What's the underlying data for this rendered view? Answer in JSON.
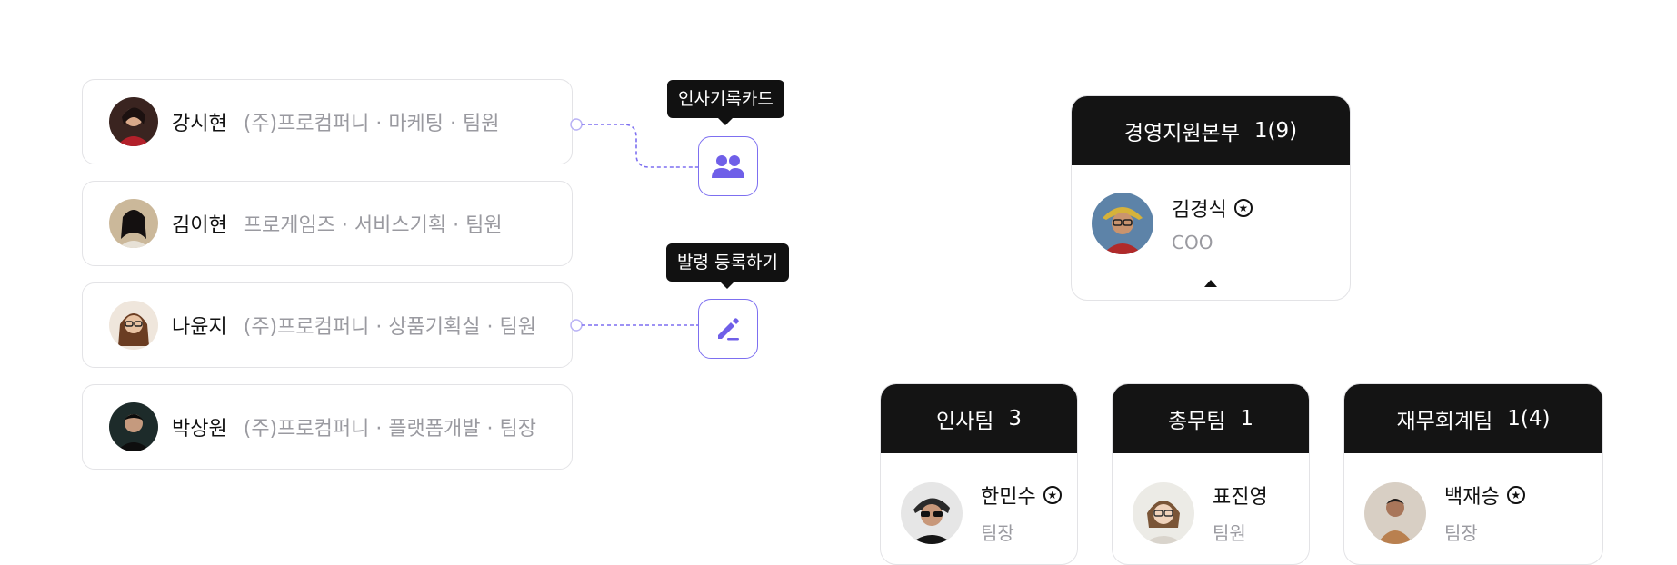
{
  "employees": [
    {
      "name": "강시현",
      "org": "(주)프로컴퍼니 · 마케팅 · 팀원"
    },
    {
      "name": "김이현",
      "org": "프로게임즈 · 서비스기획 · 팀원"
    },
    {
      "name": "나윤지",
      "org": "(주)프로컴퍼니 · 상품기획실 · 팀원"
    },
    {
      "name": "박상원",
      "org": "(주)프로컴퍼니 · 플랫폼개발 · 팀장"
    }
  ],
  "actions": {
    "hr_card": {
      "tooltip": "인사기록카드",
      "icon": "people-icon"
    },
    "appointment": {
      "tooltip": "발령 등록하기",
      "icon": "pencil-icon"
    }
  },
  "org": {
    "root": {
      "title": "경영지원본부",
      "count": "1(9)",
      "person": {
        "name": "김경식",
        "role": "COO"
      }
    },
    "teams": [
      {
        "title": "인사팀",
        "count": "3",
        "person": {
          "name": "한민수",
          "role": "팀장",
          "leader": true
        }
      },
      {
        "title": "총무팀",
        "count": "1",
        "person": {
          "name": "표진영",
          "role": "팀원",
          "leader": false
        }
      },
      {
        "title": "재무회계팀",
        "count": "1(4)",
        "person": {
          "name": "백재승",
          "role": "팀장",
          "leader": true
        }
      }
    ]
  },
  "colors": {
    "accent": "#7d6ff0",
    "header_bg": "#141414",
    "muted_text": "#9a9aa0",
    "border": "#e3e3e6"
  }
}
